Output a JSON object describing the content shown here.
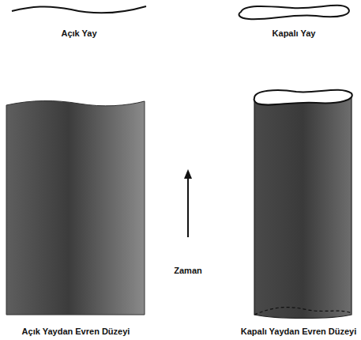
{
  "diagram": {
    "labels": [
      "Açık Yay",
      "Kapalı Yay",
      "Zaman",
      "Açık Yaydan Evren Düzeyi",
      "Kapalı Yaydan Evren Düzeyi"
    ]
  }
}
